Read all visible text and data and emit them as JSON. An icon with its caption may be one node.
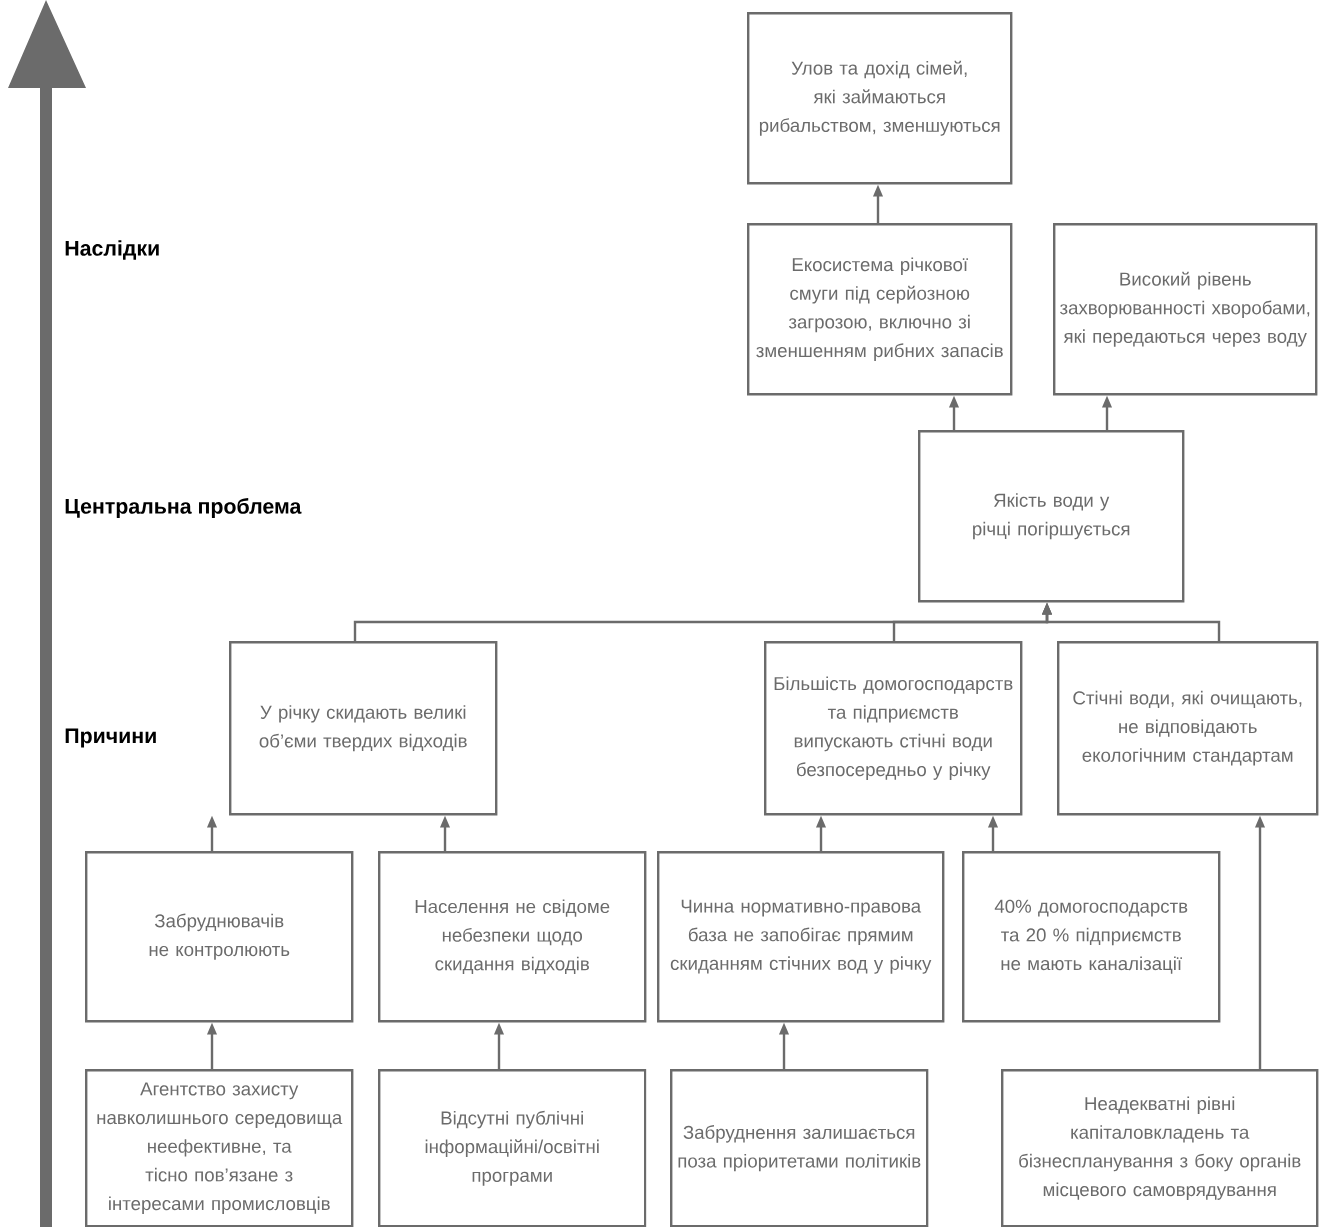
{
  "diagram": {
    "nodes": [
      {
        "text": [
          "Улов та дохід сімей, які займаються рибальством, зменшуються"
        ]
      },
      {
        "text": [
          "Екосистема річкової смуги під серйозною загрозою, включно зі зменшенням рибних запасів"
        ]
      },
      {
        "text": [
          "Високий рівень захворюванності хворобами, які передаються через воду"
        ]
      },
      {
        "text": [
          "Якість води у річці погіршується"
        ]
      },
      {
        "text": [
          "У річку скидають великі об’єми твердих відходів"
        ]
      },
      {
        "text": [
          "Більшість домогосподарств та підприємств випускають стічні води безпосередньо у річку"
        ]
      },
      {
        "text": [
          "Стічні води, які очищають, не відповідають екологічним стандартам"
        ]
      },
      {
        "text": [
          "Забруднювачів не контролюють"
        ]
      },
      {
        "text": [
          "Населення не свідоме небезпеки щодо скидання відходів"
        ]
      },
      {
        "text": [
          "Чинна нормативно-правова база не запобігає прямим скиданням стічних вод у річку"
        ]
      },
      {
        "text": [
          "40% домогосподарств та 20 % підприємств не мають каналізації"
        ]
      },
      {
        "text": [
          "Агентство захисту навколишнього середовища неефективне, та тісно пов’язане з інтересами промисловців"
        ]
      },
      {
        "text": [
          "Відсутні публічні інформаційні/освітні програми"
        ]
      },
      {
        "text": [
          "Забруднення залишається поза пріоритетами політиків"
        ]
      },
      {
        "text": [
          "Неадекватні рівні капіталовкладень та бізнеспланування з боку органів місцевого самоврядування"
        ]
      }
    ],
    "edges": [
      {
        "from": 1,
        "to": 0,
        "arrow": "to"
      },
      {
        "from": 3,
        "to": 1,
        "arrow": "to"
      },
      {
        "from": 3,
        "to": 2,
        "arrow": "to"
      },
      {
        "from": 4,
        "to": 3,
        "arrow": "to"
      },
      {
        "from": 5,
        "to": 3,
        "arrow": "to"
      },
      {
        "from": 6,
        "to": 3,
        "arrow": "to"
      },
      {
        "from": 7,
        "to": 4,
        "arrow": "to"
      },
      {
        "from": 8,
        "to": 4,
        "arrow": "to"
      },
      {
        "from": 9,
        "to": 5,
        "arrow": "to"
      },
      {
        "from": 10,
        "to": 5,
        "arrow": "to"
      },
      {
        "from": 11,
        "to": 7,
        "arrow": "to"
      },
      {
        "from": 12,
        "to": 8,
        "arrow": "to"
      },
      {
        "from": 13,
        "to": 9,
        "arrow": "to"
      },
      {
        "from": 14,
        "to": 6,
        "arrow": "to"
      }
    ],
    "labels": [
      "Наслідки",
      "Центральна проблема",
      "Причини"
    ]
  }
}
